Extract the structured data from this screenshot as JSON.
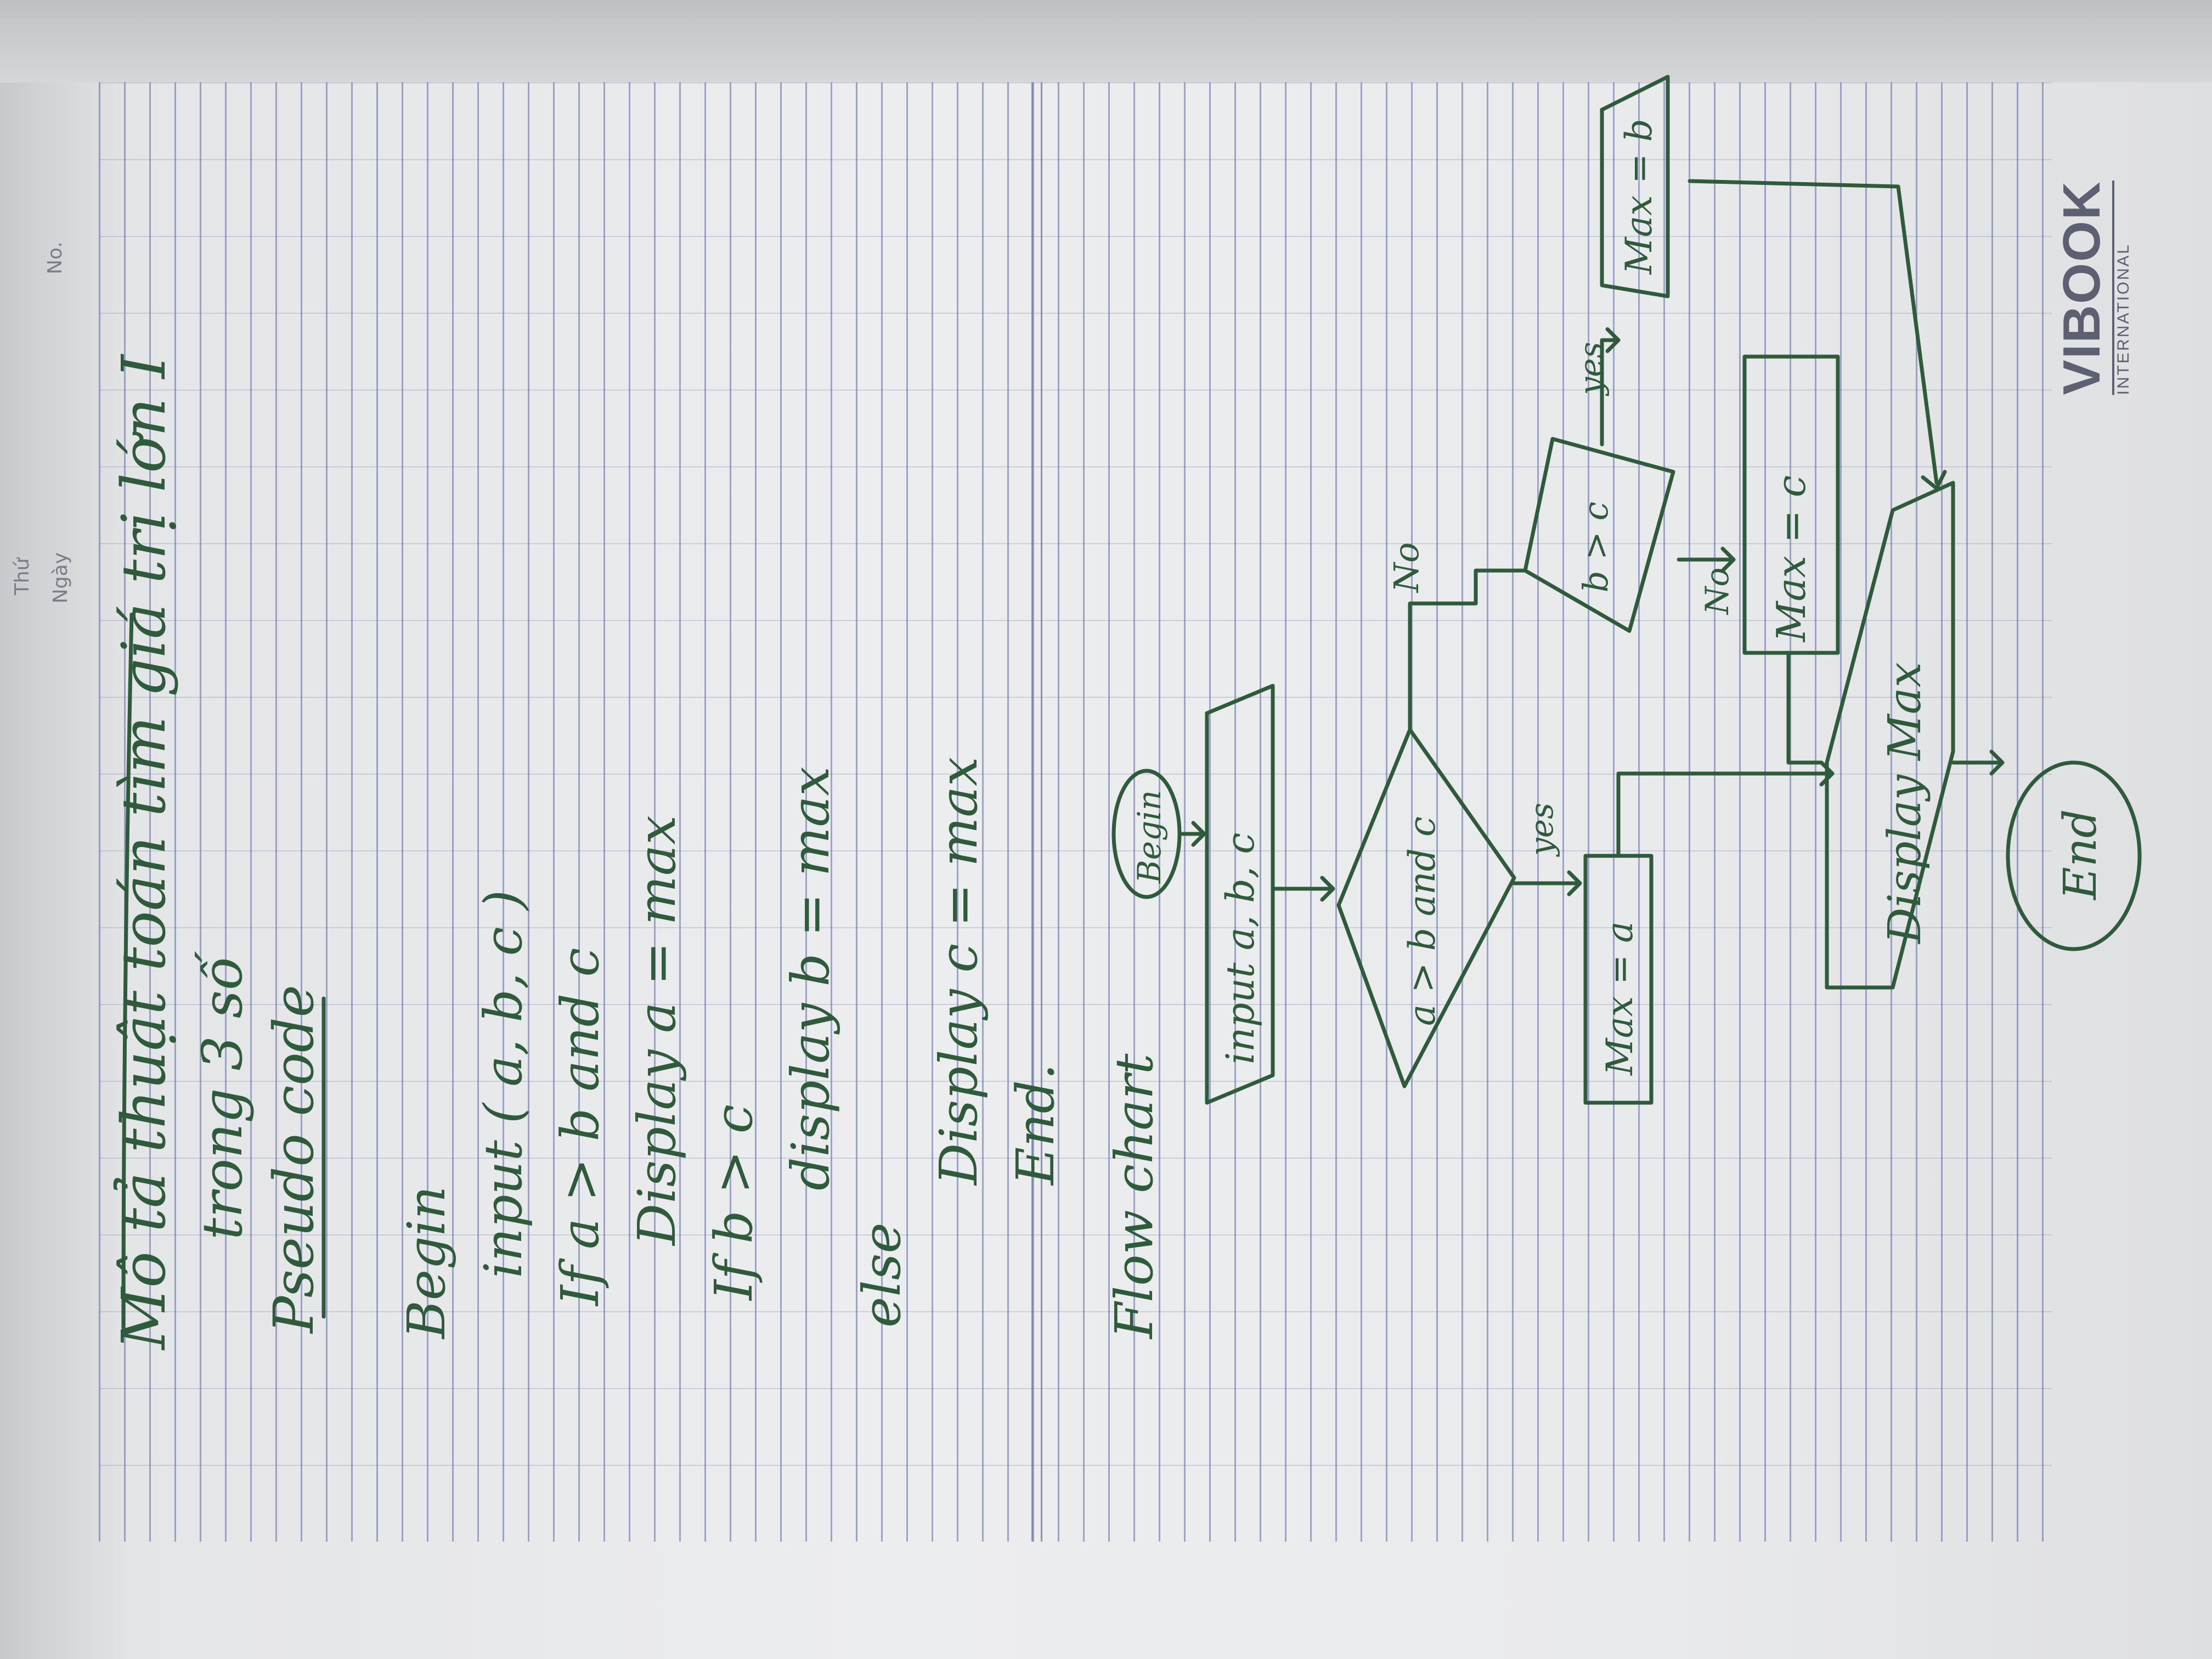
{
  "header": {
    "day_label": "Thứ",
    "date_label": "Ngày",
    "number_label": "No."
  },
  "brand": {
    "name": "VIBOOK",
    "sub": "INTERNATIONAL"
  },
  "ink_color": "#2f5a3c",
  "title": {
    "line1": "Mô tả thuật toán tìm giá trị lớn I",
    "line2": "trong 3 số"
  },
  "pseudo": {
    "heading": "Pseudo code",
    "lines": [
      "Begin",
      "input ( a, b, c )",
      "If   a > b and c",
      "Display   a = max",
      "If   b > c",
      "display   b = max",
      "else",
      "Display   c = max",
      "End."
    ]
  },
  "flow": {
    "heading": "Flow chart",
    "begin": "Begin",
    "input": "input a, b, c",
    "cond1": "a > b and c",
    "yes1": "yes",
    "no1": "No",
    "max_a": "Max = a",
    "cond2": "b > c",
    "yes2": "yes",
    "no2": "No",
    "max_b": "Max = b",
    "max_c": "Max = c",
    "display": "Display Max",
    "end": "End"
  }
}
